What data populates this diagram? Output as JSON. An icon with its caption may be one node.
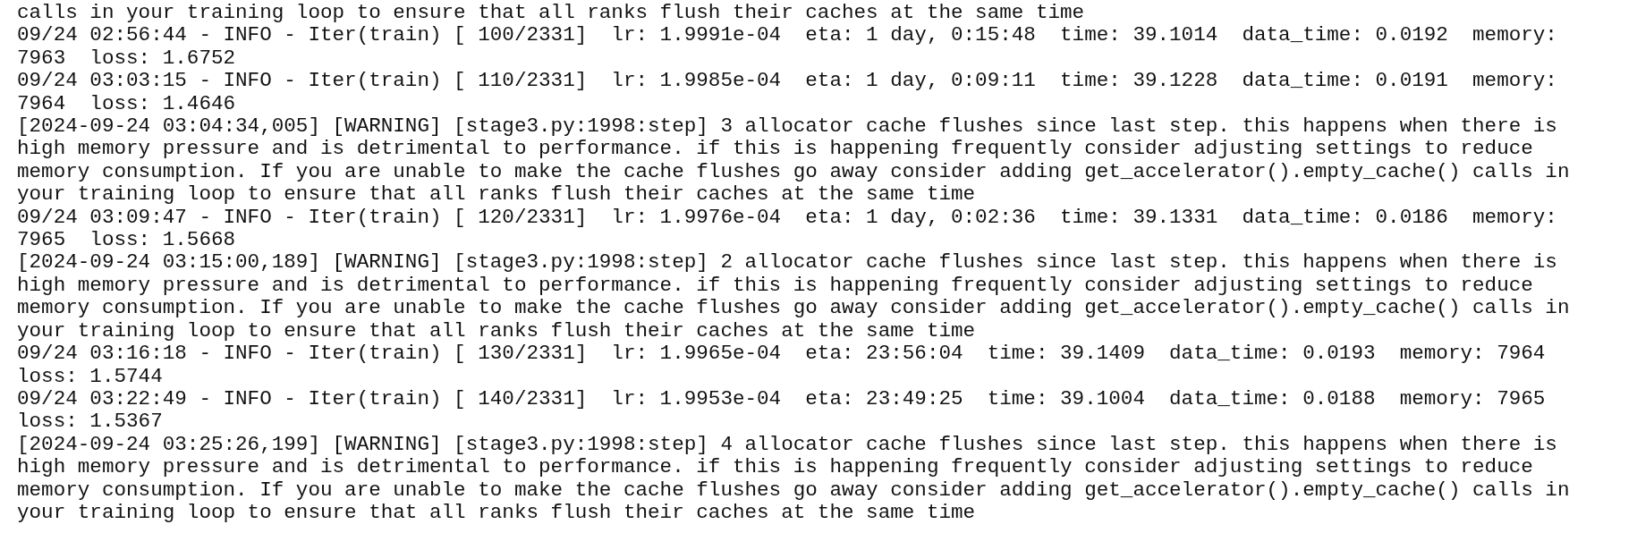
{
  "diagram": {
    "labels": [
      "calls in your training loop to ensure that all ranks flush their caches at the same time",
      "09/24 02:56:44 - INFO - Iter(train) [ 100/2331]  lr: 1.9991e-04  eta: 1 day, 0:15:48  time: 39.1014  data_time: 0.0192  memory: 7963  loss: 1.6752",
      "09/24 03:03:15 - INFO - Iter(train) [ 110/2331]  lr: 1.9985e-04  eta: 1 day, 0:09:11  time: 39.1228  data_time: 0.0191  memory: 7964  loss: 1.4646",
      "[2024-09-24 03:04:34,005] [WARNING] [stage3.py:1998:step] 3 allocator cache flushes since last step. this happens when there is high memory pressure and is detrimental to performance. if this is happening frequently consider adjusting settings to reduce memory consumption. If you are unable to make the cache flushes go away consider adding get_accelerator().empty_cache() calls in your training loop to ensure that all ranks flush their caches at the same time",
      "09/24 03:09:47 - INFO - Iter(train) [ 120/2331]  lr: 1.9976e-04  eta: 1 day, 0:02:36  time: 39.1331  data_time: 0.0186  memory: 7965  loss: 1.5668",
      "[2024-09-24 03:15:00,189] [WARNING] [stage3.py:1998:step] 2 allocator cache flushes since last step. this happens when there is high memory pressure and is detrimental to performance. if this is happening frequently consider adjusting settings to reduce memory consumption. If you are unable to make the cache flushes go away consider adding get_accelerator().empty_cache() calls in your training loop to ensure that all ranks flush their caches at the same time",
      "09/24 03:16:18 - INFO - Iter(train) [ 130/2331]  lr: 1.9965e-04  eta: 23:56:04  time: 39.1409  data_time: 0.0193  memory: 7964  loss: 1.5744",
      "09/24 03:22:49 - INFO - Iter(train) [ 140/2331]  lr: 1.9953e-04  eta: 23:49:25  time: 39.1004  data_time: 0.0188  memory: 7965  loss: 1.5367",
      "[2024-09-24 03:25:26,199] [WARNING] [stage3.py:1998:step] 4 allocator cache flushes since last step. this happens when there is high memory pressure and is detrimental to performance. if this is happening frequently consider adjusting settings to reduce memory consumption. If you are unable to make the cache flushes go away consider adding get_accelerator().empty_cache() calls in your training loop to ensure that all ranks flush their caches at the same time"
    ]
  }
}
